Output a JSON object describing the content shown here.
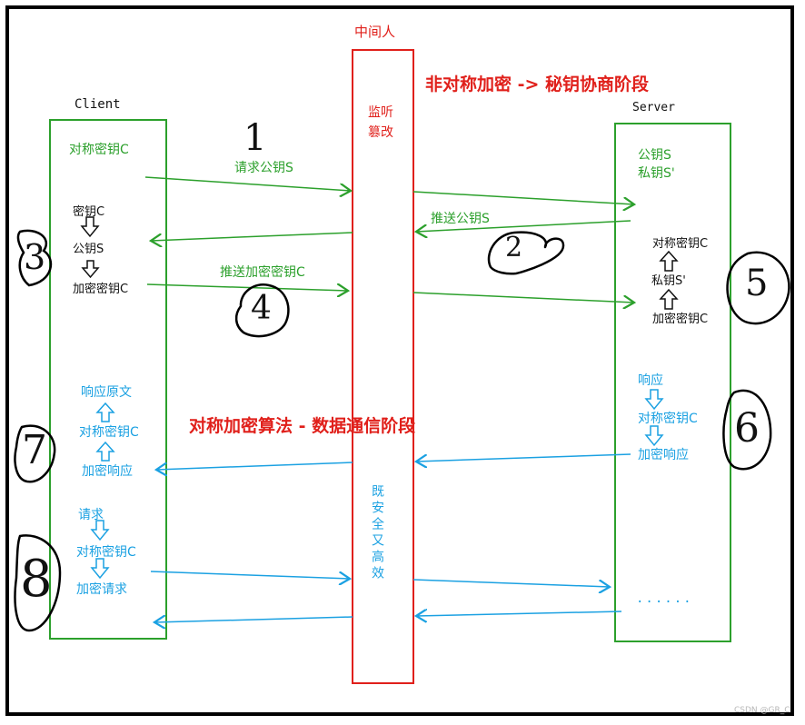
{
  "actors": {
    "client": "Client",
    "server": "Server",
    "middle": "中间人"
  },
  "middle_box": {
    "top_text": "监听\n篡改",
    "bottom_text": "既安全又高效"
  },
  "phases": {
    "asymmetric": "非对称加密 -> 秘钥协商阶段",
    "symmetric": "对称加密算法  - 数据通信阶段"
  },
  "client_labels": {
    "sym_key": "对称密钥C",
    "key_c": "密钥C",
    "pub_s": "公钥S",
    "enc_key": "加密密钥C",
    "resp_plain": "响应原文",
    "sym_key2": "对称密钥C",
    "enc_resp": "加密响应",
    "req": "请求",
    "sym_key3": "对称密钥C",
    "enc_req": "加密请求"
  },
  "server_labels": {
    "pub_s": "公钥S",
    "priv_s": "私钥S'",
    "sym_key": "对称密钥C",
    "priv_s2": "私钥S'",
    "enc_key": "加密密钥C",
    "resp": "响应",
    "sym_key2": "对称密钥C",
    "enc_resp": "加密响应",
    "dots": "......"
  },
  "arrow_labels": {
    "req_pub": "请求公钥S",
    "push_pub": "推送公钥S",
    "push_enc": "推送加密密钥C"
  },
  "step_numbers": [
    "1",
    "2",
    "3",
    "4",
    "5",
    "6",
    "7",
    "8"
  ],
  "watermark": "CSDN @GR_C",
  "colors": {
    "green": "#2ca02c",
    "blue": "#1ba1e2",
    "red": "#e0201b",
    "black": "#111111"
  }
}
